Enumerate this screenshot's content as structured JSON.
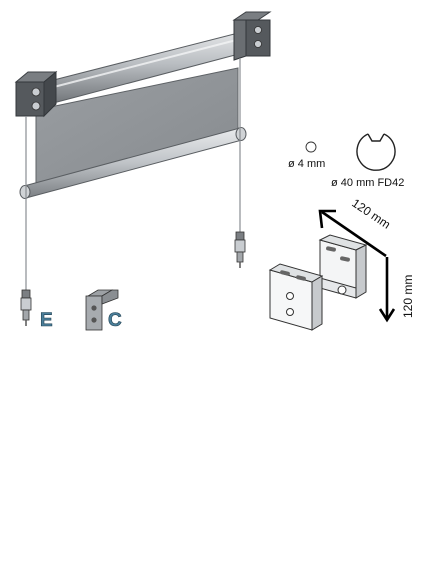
{
  "labels": {
    "cord_diameter": "ø 4 mm",
    "tube_diameter": "ø 40 mm FD42",
    "bracket_width": "120 mm",
    "bracket_height": "120 mm",
    "option_e": "E",
    "option_c": "C"
  },
  "colors": {
    "fabric": "#8e9296",
    "metal_dark": "#55595d",
    "metal_light": "#c9cdd1",
    "accent_letter": "#4b7f9a"
  }
}
